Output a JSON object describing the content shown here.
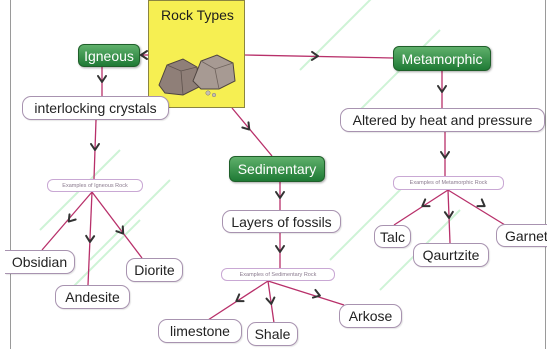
{
  "root": {
    "title": "Rock Types",
    "image": "rock-samples-illustration"
  },
  "branches": {
    "igneous": {
      "label": "Igneous"
    },
    "metamorphic": {
      "label": "Metamorphic"
    },
    "sedimentary": {
      "label": "Sedimentary"
    }
  },
  "properties": {
    "igneous": "interlocking crystals",
    "metamorphic": "Altered by heat and pressure",
    "sedimentary": "Layers of fossils"
  },
  "link_labels": {
    "igneous": "Examples of Igneous Rock",
    "metamorphic": "Examples of Metamorphic Rock",
    "sedimentary": "Examples of Sedimentary Rock"
  },
  "examples": {
    "igneous": [
      "Obsidian",
      "Andesite",
      "Diorite"
    ],
    "metamorphic": [
      "Talc",
      "Qaurtzite",
      "Garnet"
    ],
    "sedimentary": [
      "limestone",
      "Shale",
      "Arkose"
    ]
  },
  "colors": {
    "link": "#b8306a",
    "green_node": "#2e8b45",
    "root_fill": "#f6ef52"
  }
}
